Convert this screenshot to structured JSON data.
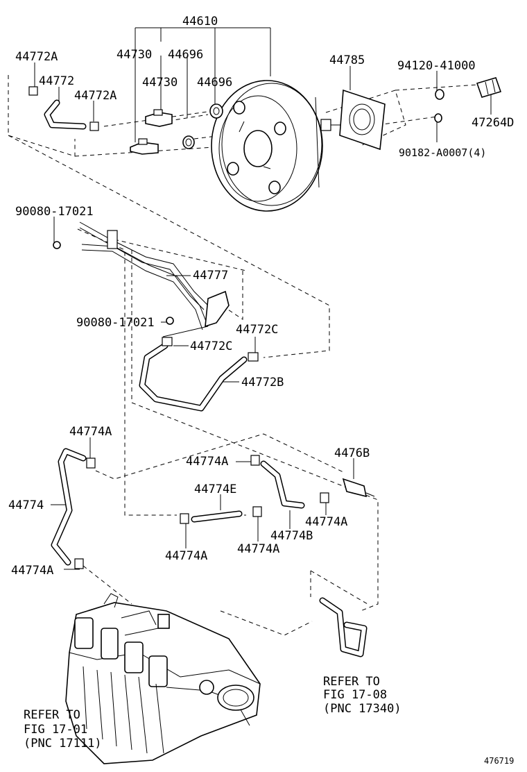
{
  "labels": {
    "p44610": "44610",
    "p44730_a": "44730",
    "p44730_b": "44730",
    "p44696_a": "44696",
    "p44696_b": "44696",
    "p44772A_a": "44772A",
    "p44772": "44772",
    "p44772A_b": "44772A",
    "p44785": "44785",
    "p94120": "94120-41000",
    "p47264D": "47264D",
    "p90182": "90182-A0007(4)",
    "p90080_a": "90080-17021",
    "p90080_b": "90080-17021",
    "p44777": "44777",
    "p44772C_a": "44772C",
    "p44772C_b": "44772C",
    "p44772B": "44772B",
    "p44774A_1": "44774A",
    "p44774A_2": "44774A",
    "p4476B": "4476B",
    "p44774E": "44774E",
    "p44774": "44774",
    "p44774A_3": "44774A",
    "p44774B": "44774B",
    "p44774A_4": "44774A",
    "p44774A_5": "44774A",
    "p44774A_6": "44774A"
  },
  "refs": {
    "right_line1": "REFER TO",
    "right_line2": "FIG 17-08",
    "right_line3": "(PNC 17340)",
    "left_line1": "REFER TO",
    "left_line2": "FIG 17-01",
    "left_line3": "(PNC 17111)"
  },
  "figure_id": "476719"
}
